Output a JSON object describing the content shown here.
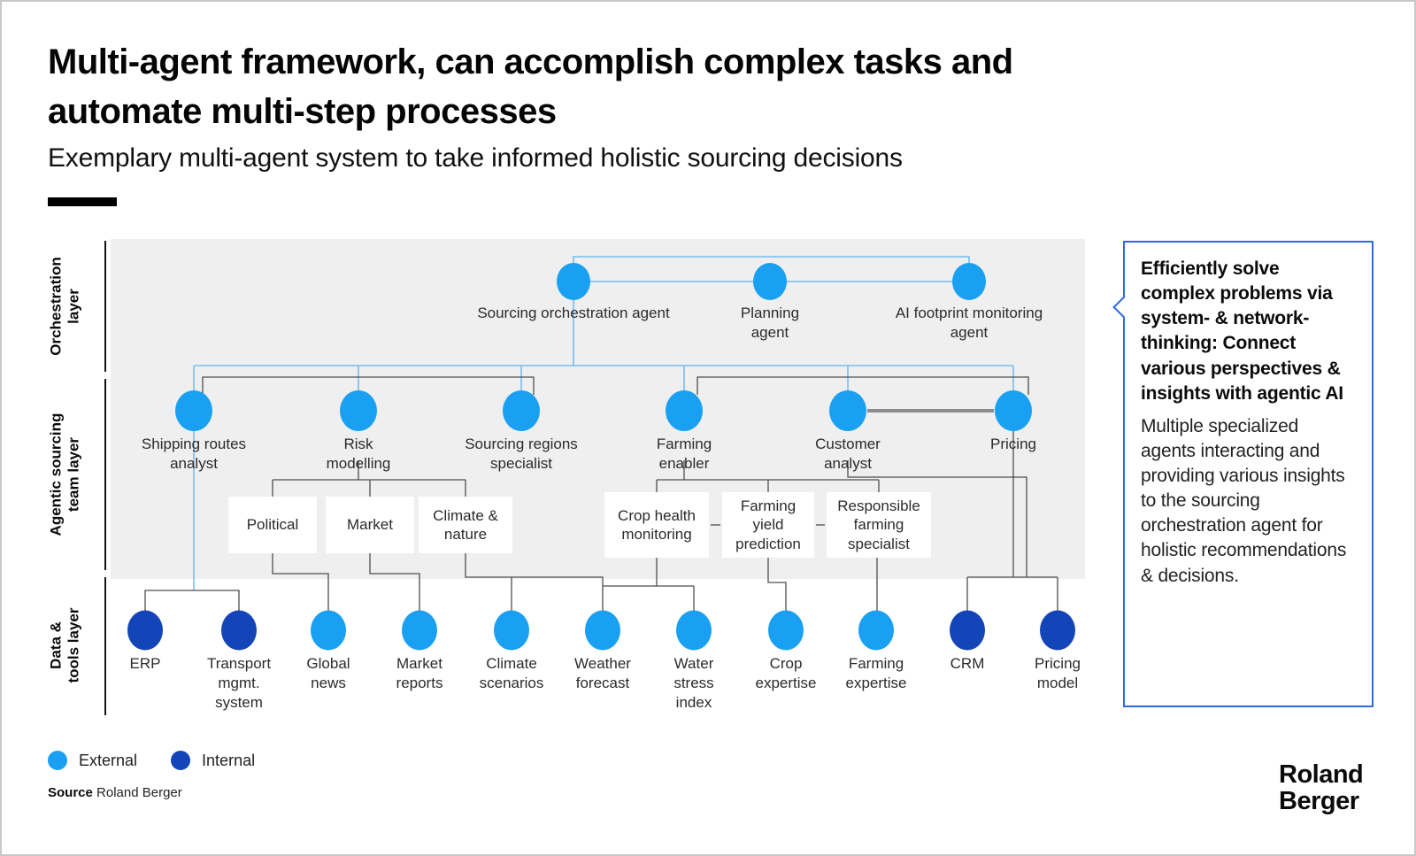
{
  "header": {
    "title_line1": "Multi-agent framework, can accomplish complex tasks and",
    "title_line2": "automate multi-step processes",
    "subtitle": "Exemplary multi-agent system to take informed holistic sourcing decisions"
  },
  "layers": {
    "orchestration": "Orchestration\nlayer",
    "agentic": "Agentic sourcing\nteam layer",
    "data_tools": "Data &\ntools layer"
  },
  "orchestration_agents": [
    {
      "label": "Sourcing orchestration agent",
      "type": "external"
    },
    {
      "label": "Planning agent",
      "type": "external"
    },
    {
      "label": "AI footprint monitoring agent",
      "type": "external"
    }
  ],
  "team_agents": [
    {
      "label": "Shipping routes analyst",
      "type": "external"
    },
    {
      "label": "Risk modelling",
      "type": "external"
    },
    {
      "label": "Sourcing regions specialist",
      "type": "external"
    },
    {
      "label": "Farming enabler",
      "type": "external"
    },
    {
      "label": "Customer analyst",
      "type": "external"
    },
    {
      "label": "Pricing",
      "type": "external"
    }
  ],
  "risk_factors": [
    {
      "label": "Political"
    },
    {
      "label": "Market"
    },
    {
      "label": "Climate & nature"
    }
  ],
  "farming_specialists": [
    {
      "label": "Crop health monitoring"
    },
    {
      "label": "Farming yield prediction"
    },
    {
      "label": "Responsible farming specialist"
    }
  ],
  "data_tools": [
    {
      "label": "ERP",
      "type": "internal"
    },
    {
      "label": "Transport mgmt. system",
      "type": "internal"
    },
    {
      "label": "Global news",
      "type": "external"
    },
    {
      "label": "Market reports",
      "type": "external"
    },
    {
      "label": "Climate scenarios",
      "type": "external"
    },
    {
      "label": "Weather forecast",
      "type": "external"
    },
    {
      "label": "Water stress index",
      "type": "external"
    },
    {
      "label": "Crop expertise",
      "type": "external"
    },
    {
      "label": "Farming expertise",
      "type": "external"
    },
    {
      "label": "CRM",
      "type": "internal"
    },
    {
      "label": "Pricing model",
      "type": "internal"
    }
  ],
  "callout": {
    "headline": "Efficiently solve complex problems via system- & network-thinking: Connect various perspectives & insights with agentic AI",
    "body": "Multiple specialized agents interacting and providing various insights to the sourcing orchestration agent for holistic recommendations & decisions."
  },
  "legend": [
    {
      "label": "External",
      "color": "#19a0f2"
    },
    {
      "label": "Internal",
      "color": "#1345b8"
    }
  ],
  "source": {
    "prefix": "Source",
    "text": "Roland Berger"
  },
  "logo": {
    "line1": "Roland",
    "line2": "Berger"
  },
  "colors": {
    "external": "#19a0f2",
    "internal": "#1345b8",
    "wire_blue": "#76bdf1",
    "wire_dark": "#4d4d4d",
    "panel_gray": "#efefef",
    "callout_border": "#2f6ad9"
  }
}
